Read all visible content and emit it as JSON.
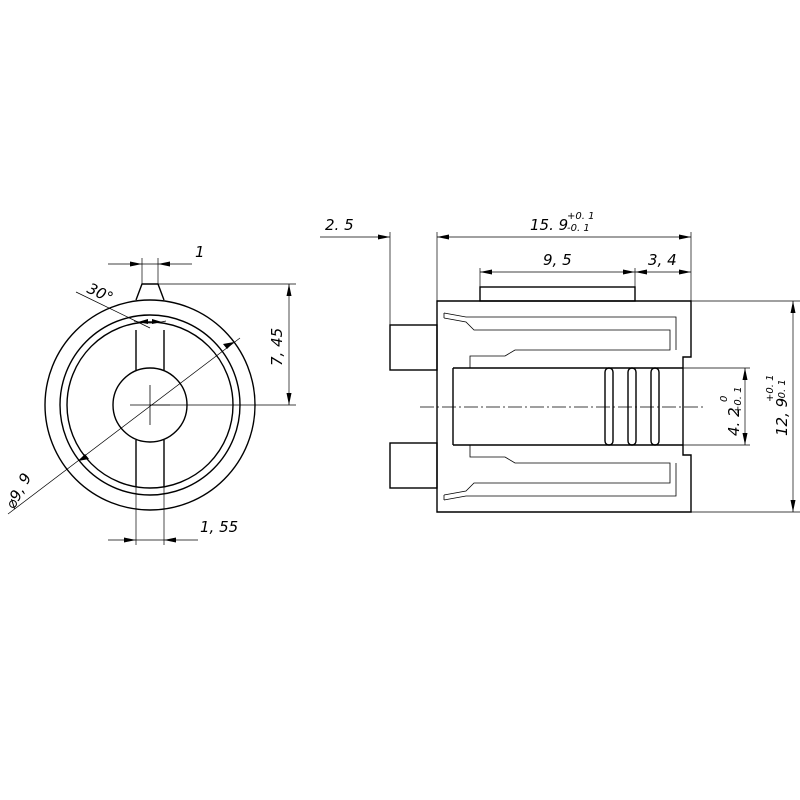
{
  "front_view": {
    "dim_tip_width": "1",
    "dim_angle": "30°",
    "dim_height": "7, 45",
    "dim_diameter": "⌀9, 9",
    "dim_slot_width": "1, 55"
  },
  "side_view": {
    "dim_flange": "2. 5",
    "dim_length": "15. 9",
    "dim_length_tol_upper": "+0. 1",
    "dim_length_tol_lower": "-0. 1",
    "dim_inner_length": "9, 5",
    "dim_end_length": "3, 4",
    "dim_bore": "4. 2",
    "dim_bore_tol_upper": "0",
    "dim_bore_tol_lower": "+0. 1",
    "dim_outer": "12, 9",
    "dim_outer_tol_upper": "+0. 1",
    "dim_outer_tol_lower": "-0. 1"
  }
}
